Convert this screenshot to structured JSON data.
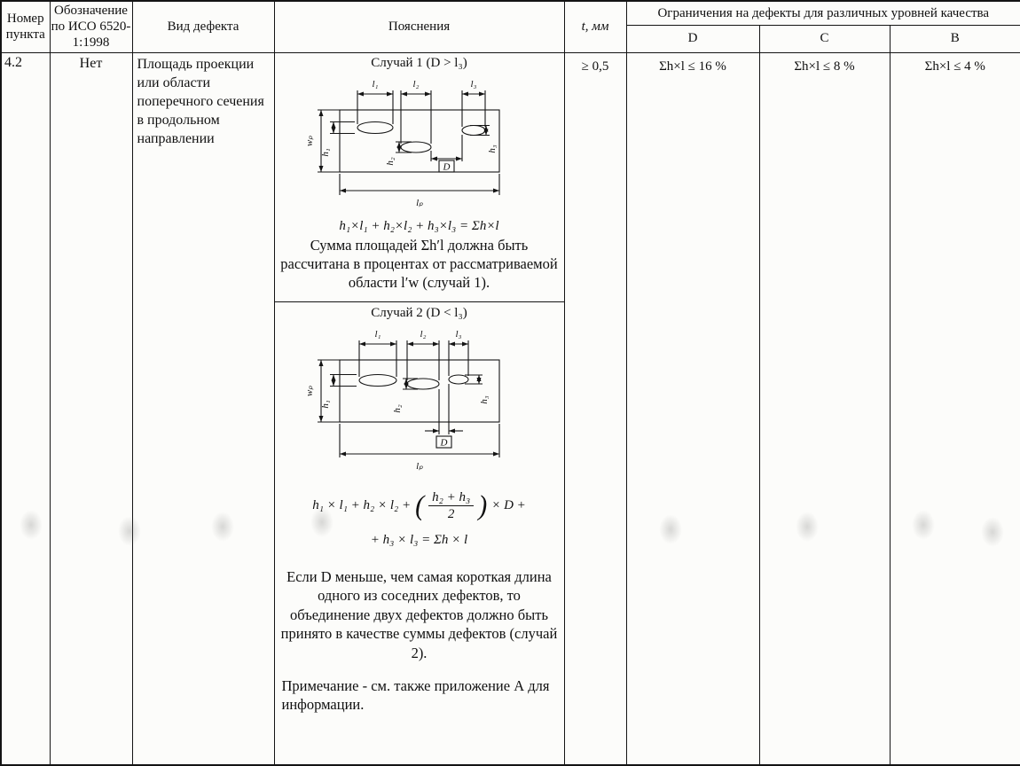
{
  "header": {
    "col_num": "Номер\nпункта",
    "col_designation": "Обозначение\nпо ИСО 6520-\n1:1998",
    "col_defect": "Вид дефекта",
    "col_explanation": "Пояснения",
    "col_t": "t, мм",
    "limits_title": "Ограничения на дефекты для различных уровней качества",
    "level_d": "D",
    "level_c": "C",
    "level_b": "B"
  },
  "row": {
    "num": "4.2",
    "designation": "Нет",
    "defect_type": "Площадь проекции или области поперечного сечения в продольном направлении",
    "t_value": "≥ 0,5",
    "limit_d": "Σh×l ≤ 16 %",
    "limit_c": "Σh×l ≤ 8 %",
    "limit_b": "Σh×l ≤ 4 %"
  },
  "case1": {
    "title": "Случай 1 (D > l₃)",
    "formula": "h₁×l₁ + h₂×l₂ + h₃×l₃ = Σh×l",
    "text": "Сумма площадей Σh′l должна быть рассчитана в процентах от рассматриваемой области l′w (случай 1).",
    "labels": {
      "l1": "l₁",
      "l2": "l₂",
      "l3": "l₃",
      "h1": "h₁",
      "h2": "h₂",
      "h3": "h₃",
      "wp": "wₚ",
      "D": "D",
      "lp": "lₚ"
    }
  },
  "case2": {
    "title": "Случай 2 (D < l₃)",
    "formula_part1": "h₁ × l₁ + h₂ × l₂ +",
    "formula_numerator": "h₂ + h₃",
    "formula_denominator": "2",
    "formula_part2": "× D +",
    "formula_line2": "+ h₃ × l₃ = Σh × l",
    "text": "Если D меньше, чем самая короткая длина одного из соседних дефектов, то объединение двух дефектов должно быть принято в качестве суммы дефектов (случай 2).",
    "labels": {
      "l1": "l₁",
      "l2": "l₂",
      "l3": "l₃",
      "h1": "h₁",
      "h2": "h₂",
      "h3": "h₃",
      "wp": "wₚ",
      "D": "D",
      "lp": "lₚ"
    }
  },
  "note": "Примечание - см. также приложение А для информации."
}
